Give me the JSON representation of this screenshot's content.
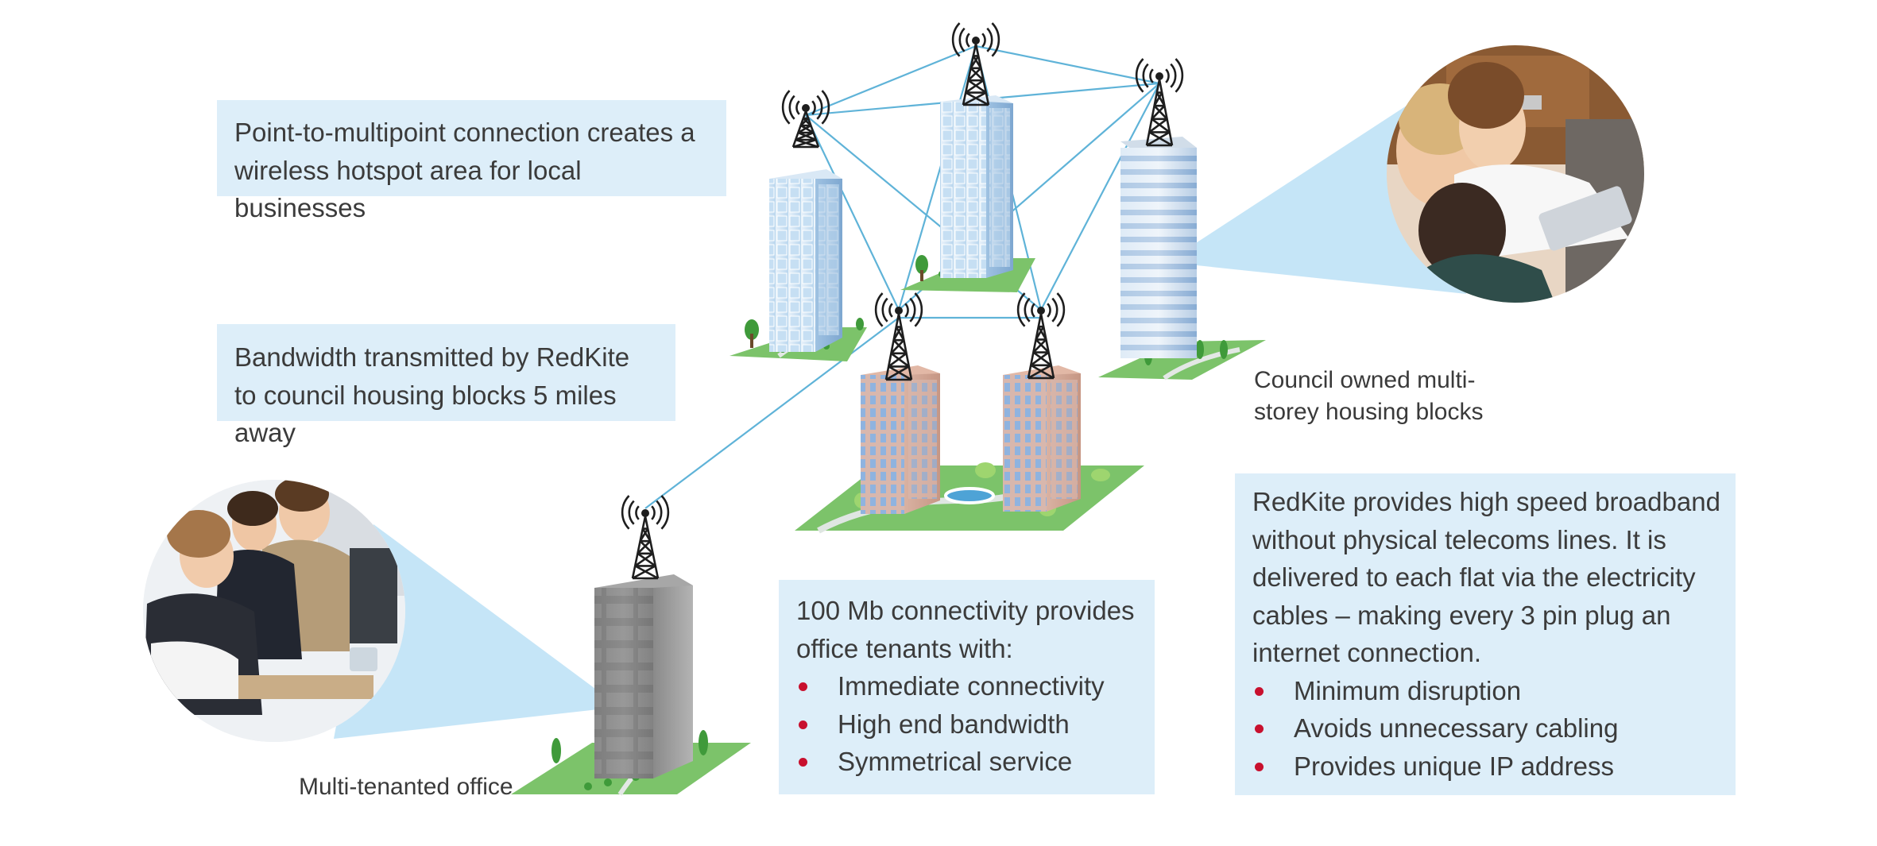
{
  "callouts": {
    "hotspot": "Point-to-multipoint connection creates a wireless hotspot area for local businesses",
    "bandwidth": "Bandwidth transmitted by RedKite to council housing blocks 5 miles away",
    "office": {
      "intro": "100 Mb connectivity provides office tenants with:",
      "bullets": [
        "Immediate connectivity",
        "High end bandwidth",
        "Symmetrical service"
      ]
    },
    "broadband": {
      "intro": "RedKite provides high speed broadband without physical telecoms lines. It is delivered to each flat via the electricity cables – making every 3 pin plug an internet connection.",
      "bullets": [
        "Minimum disruption",
        "Avoids unnecessary cabling",
        "Provides unique IP address"
      ]
    }
  },
  "captions": {
    "council": "Council owned multi-storey housing blocks",
    "office": "Multi-tenanted office"
  },
  "colors": {
    "callout_bg": "#ddeef9",
    "link_line": "#5fb3d8",
    "bullet": "#c8102e",
    "grass": "#7cc36a"
  }
}
